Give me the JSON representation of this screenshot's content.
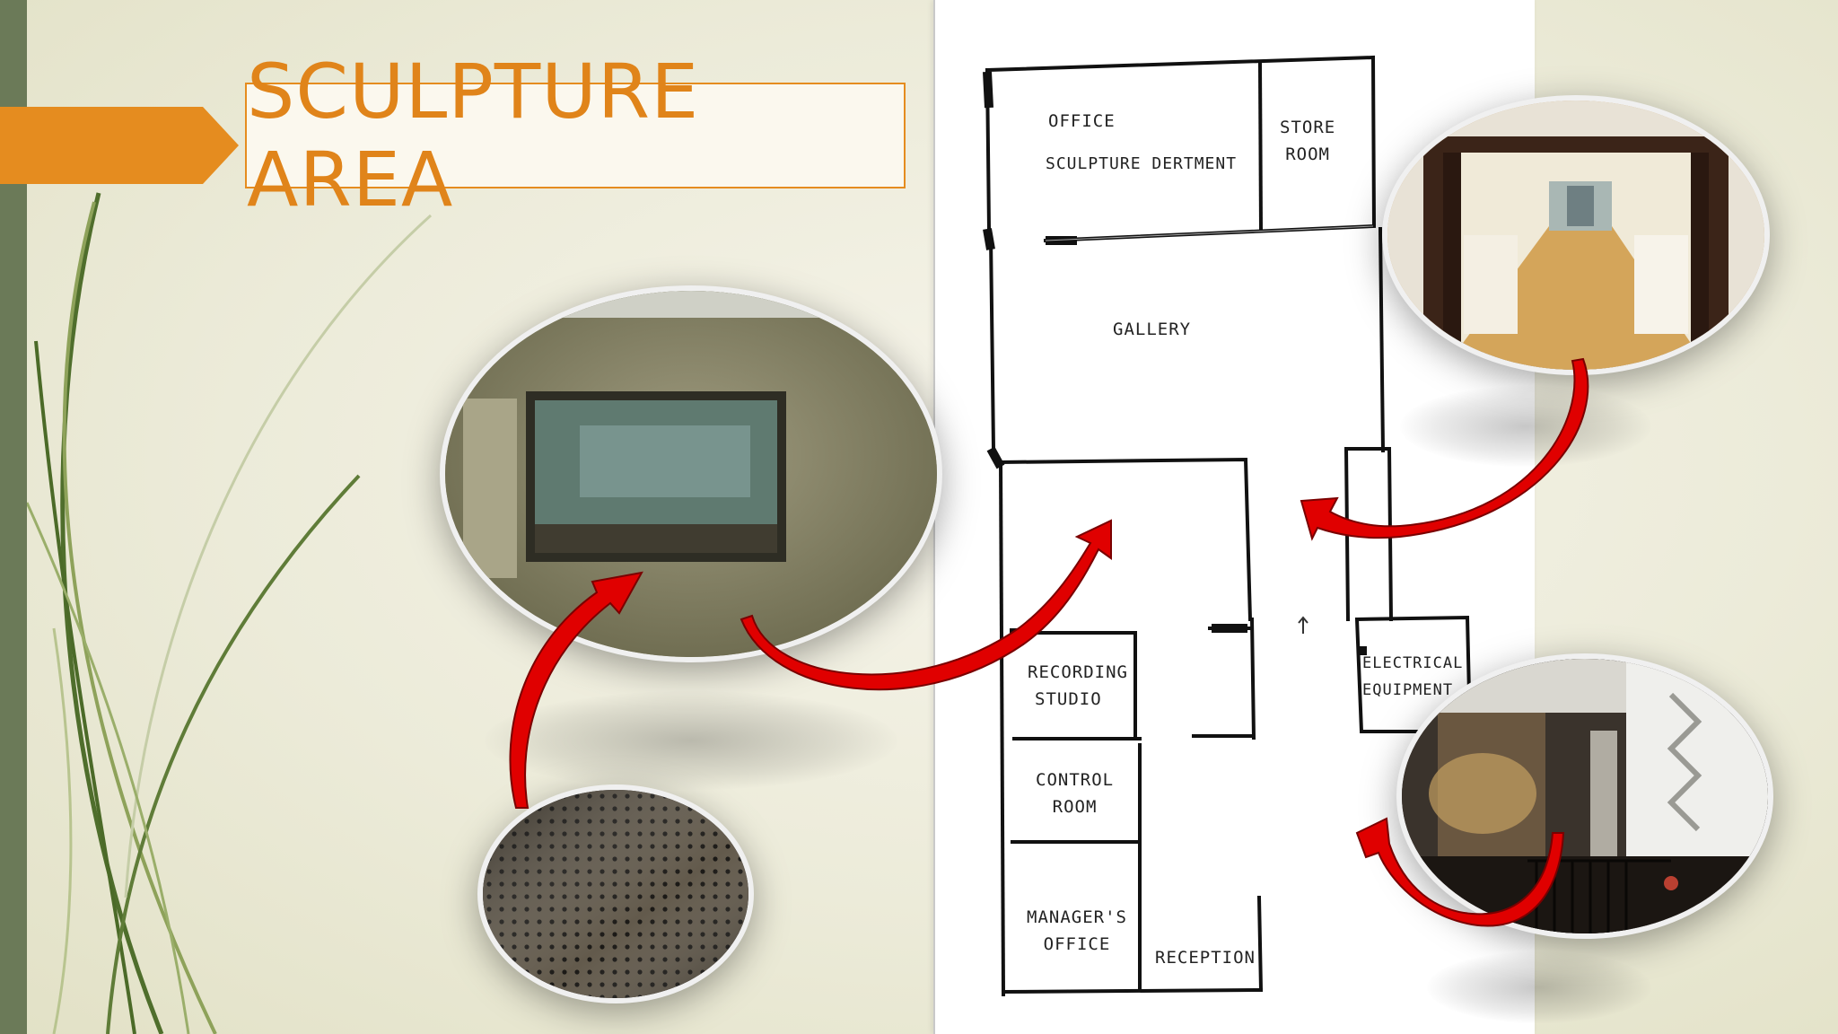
{
  "slide": {
    "title": "SCULPTURE AREA",
    "colors": {
      "accent_orange": "#e58c1f",
      "sidebar_green": "#6b7a58",
      "arrow_red": "#e00000"
    }
  },
  "floor_plan": {
    "rooms": [
      {
        "id": "office",
        "lines": [
          "OFFICE",
          "SCULPTURE DERTMENT"
        ]
      },
      {
        "id": "store",
        "lines": [
          "STORE",
          "ROOM"
        ]
      },
      {
        "id": "gallery",
        "lines": [
          "GALLERY"
        ]
      },
      {
        "id": "recording",
        "lines": [
          "RECORDING",
          "STUDIO"
        ]
      },
      {
        "id": "control",
        "lines": [
          "CONTROL",
          "ROOM"
        ]
      },
      {
        "id": "manager",
        "lines": [
          "MANAGER'S",
          "OFFICE"
        ]
      },
      {
        "id": "reception",
        "lines": [
          "RECEPTION"
        ]
      },
      {
        "id": "electrical",
        "lines": [
          "ELECTRICAL",
          "EQUIPMENT"
        ]
      }
    ]
  },
  "photos": [
    {
      "id": "studio-window",
      "icon": "studio-window-photo"
    },
    {
      "id": "perforated-panel",
      "icon": "perforated-panel-photo"
    },
    {
      "id": "gallery-corridor",
      "icon": "gallery-corridor-photo"
    },
    {
      "id": "stairwell",
      "icon": "stairwell-photo"
    }
  ],
  "icons": [
    "title-arrow-icon",
    "curved-arrow-icon",
    "entrance-arrow-icon"
  ]
}
